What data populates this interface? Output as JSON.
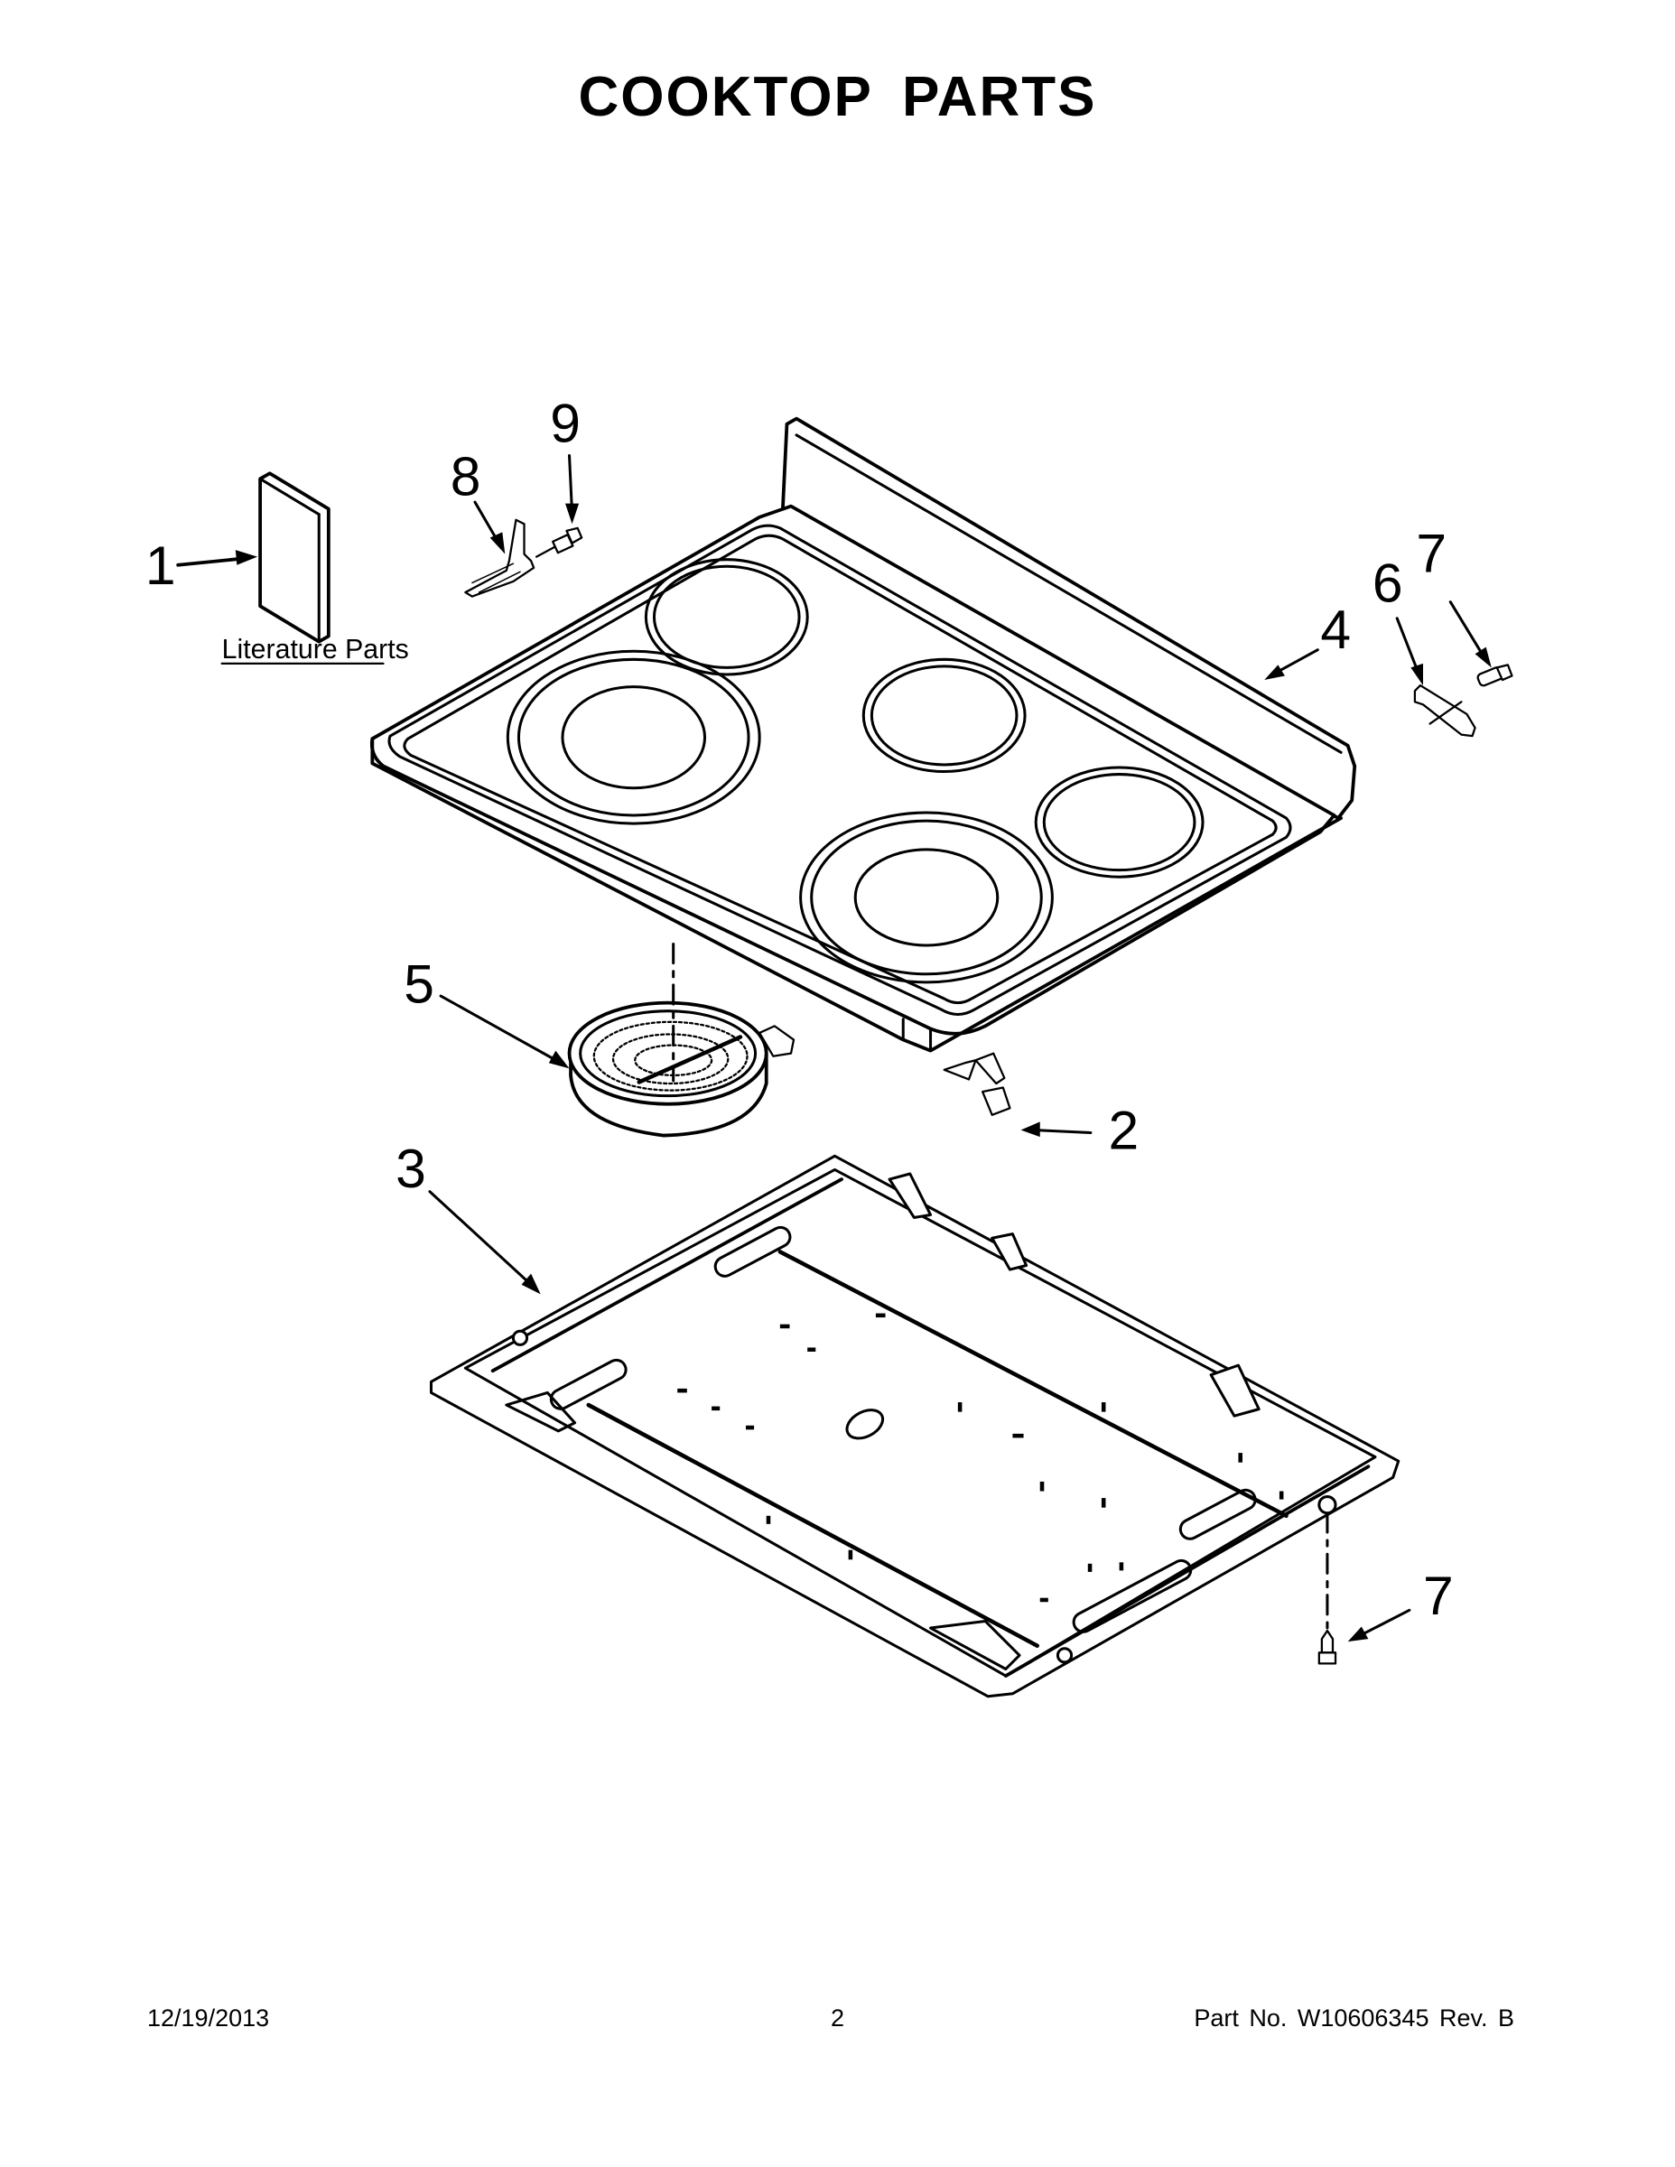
{
  "page": {
    "title": "COOKTOP PARTS"
  },
  "diagram": {
    "literature_label": "Literature Parts",
    "callouts": [
      {
        "id": "1",
        "label": "1",
        "part": "literature"
      },
      {
        "id": "2",
        "label": "2",
        "part": "clip"
      },
      {
        "id": "3",
        "label": "3",
        "part": "cooktop-support-pan"
      },
      {
        "id": "4",
        "label": "4",
        "part": "cooktop-glass-top"
      },
      {
        "id": "5",
        "label": "5",
        "part": "radiant-surface-element"
      },
      {
        "id": "6",
        "label": "6",
        "part": "bracket"
      },
      {
        "id": "7a",
        "label": "7",
        "part": "screw-upper-right"
      },
      {
        "id": "7b",
        "label": "7",
        "part": "screw-lower-right"
      },
      {
        "id": "8",
        "label": "8",
        "part": "hinge-bracket"
      },
      {
        "id": "9",
        "label": "9",
        "part": "screw"
      }
    ]
  },
  "footer": {
    "date": "12/19/2013",
    "page_number": "2",
    "part_number": "Part No.  W10606345  Rev.  B"
  }
}
